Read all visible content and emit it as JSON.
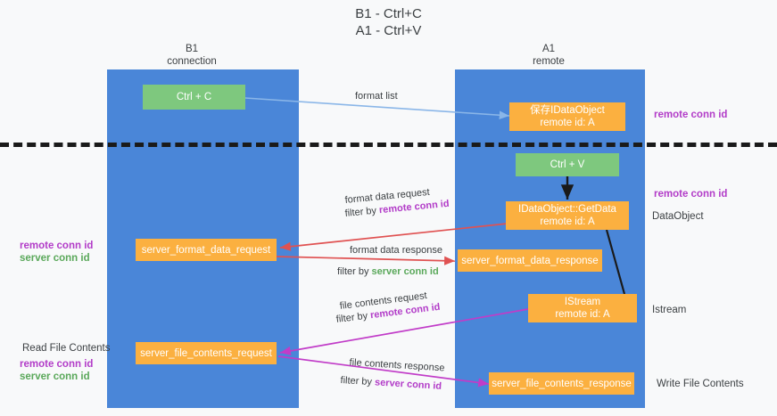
{
  "title": {
    "line1": "B1 - Ctrl+C",
    "line2": "A1 - Ctrl+V"
  },
  "columns": [
    {
      "name": "B1",
      "role": "connection"
    },
    {
      "name": "A1",
      "role": "remote"
    }
  ],
  "nodes": {
    "ctrl_c": {
      "label": "Ctrl + C"
    },
    "save_idataobject": {
      "line1": "保存IDataObject",
      "line2": "remote id: A"
    },
    "ctrl_v": {
      "label": "Ctrl + V"
    },
    "getdata": {
      "line1": "IDataObject::GetData",
      "line2": "remote id: A"
    },
    "server_format_data_request": {
      "label": "server_format_data_request"
    },
    "server_format_data_response": {
      "label": "server_format_data_response"
    },
    "istream": {
      "line1": "IStream",
      "line2": "remote id: A"
    },
    "server_file_contents_request": {
      "label": "server_file_contents_request"
    },
    "server_file_contents_response": {
      "label": "server_file_contents_response"
    }
  },
  "edge_labels": {
    "format_list": "format list",
    "format_data_request": "format data request",
    "format_data_request_filter_prefix": "filter by ",
    "format_data_request_filter_key": "remote conn id",
    "format_data_response": "format data response",
    "format_data_response_filter_prefix": "filter by ",
    "format_data_response_filter_key": "server conn id",
    "file_contents_request": "file contents request",
    "file_contents_request_filter_prefix": "filter by ",
    "file_contents_request_filter_key": "remote conn id",
    "file_contents_response": "file contents response",
    "file_contents_response_filter_prefix": "filter by ",
    "file_contents_response_filter_key": "server conn id"
  },
  "annotations": {
    "right_top_remote_conn_id": "remote conn id",
    "right_mid_remote_conn_id": "remote conn id",
    "right_dataobject": "DataObject",
    "right_istream": "Istream",
    "right_write_file_contents": "Write File Contents",
    "left_remote_conn_id": "remote conn id",
    "left_server_conn_id": "server conn id",
    "left_read_file_contents": "Read File Contents",
    "left_bottom_remote_conn_id": "remote conn id",
    "left_bottom_server_conn_id": "server conn id"
  },
  "colors": {
    "lane_blue": "#4a86d8",
    "node_green": "#7ec87e",
    "node_orange": "#fbb040",
    "accent_purple": "#b23cc8",
    "accent_green": "#5aa85a",
    "arrow_light_blue": "#8ab6e8",
    "arrow_red": "#e05252",
    "arrow_magenta": "#c13cc8",
    "arrow_black": "#1a1a1a",
    "background": "#f8f9fa"
  }
}
